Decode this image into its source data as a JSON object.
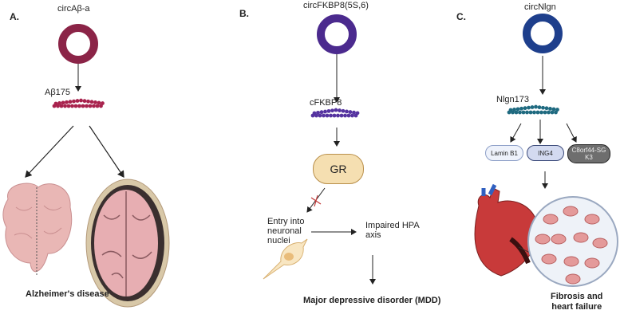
{
  "panels": {
    "a": {
      "label": "A.",
      "circrna": "circAβ-a",
      "protein": "Aβ175",
      "outcome": "Alzheimer's disease",
      "color": "#8b2447"
    },
    "b": {
      "label": "B.",
      "circrna": "circFKBP8(5S,6)",
      "protein": "cFKBP8",
      "receptor": "GR",
      "entry": [
        "Entry into",
        "neuronal",
        "nuclei"
      ],
      "hpa": [
        "Impaired HPA",
        "axis"
      ],
      "outcome": "Major depressive disorder (MDD)",
      "color": "#4b2a8e"
    },
    "c": {
      "label": "C.",
      "circrna": "circNlgn",
      "protein": "Nlgn173",
      "targets": [
        "Lamin B1",
        "ING4",
        "C8orf44-SGK3"
      ],
      "outcome": [
        "Fibrosis and",
        "heart failure"
      ],
      "color": "#1e3f8c"
    }
  }
}
